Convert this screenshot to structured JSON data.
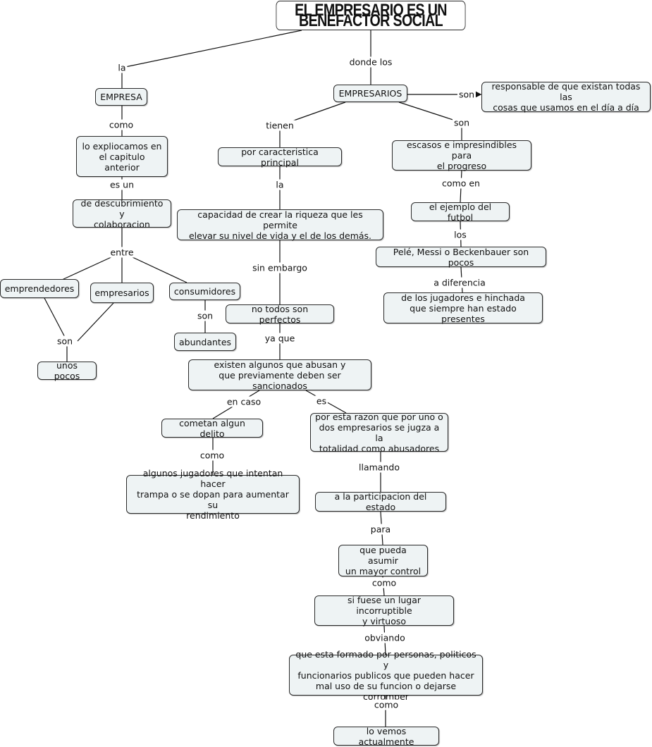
{
  "title": "EL EMPRESARIO ES UN BENEFACTOR SOCIAL",
  "nodes": {
    "empresa": "EMPRESA",
    "lo_explicamos": "lo expliocamos en\nel capitulo anterior",
    "descubrimiento": "de descubrimiento y\ncolaboracion",
    "emprendedores": "emprendedores",
    "empresarios_small": "empresarios",
    "consumidores": "consumidores",
    "abundantes": "abundantes",
    "unos_pocos": "unos pocos",
    "empresarios": "EMPRESARIOS",
    "responsable": "responsable de que existan todas las\ncosas que usamos en el día a día",
    "escasos": "escasos e impresindibles para\nel progreso",
    "futbol": "el ejemplo del futbol",
    "pele": "Pelé, Messi o Beckenbauer son pocos",
    "jugadores_hinchada": "de los jugadores e hinchada\nque siempre han estado presentes",
    "caracteristica": "por caracteristica principal",
    "capacidad": "capacidad de crear la riqueza que les permite\nelevar su nivel de vida y el de los demás.",
    "no_perfectos": "no todos son perfectos",
    "abusan": "existen algunos que abusan y\nque previamente deben ser sancionados",
    "delito": "cometan algun delito",
    "trampa": "algunos jugadores que intentan hacer\ntrampa o se dopan para aumentar su\nrendimiento",
    "razon": "por esta razon que por uno o\ndos empresarios se jugza a la\ntotalidad como abusadores",
    "participacion": "a la participacion del estado",
    "control": "que pueda asumir\nun mayor control",
    "incorruptible": "si fuese un lugar incorruptible\ny virtuoso",
    "formado": "que esta formado por personas, politicos y\nfuncionarios publicos que pueden hacer\nmal uso de su funcion o dejarse corromper",
    "actualmente": "lo vemos actualmente"
  },
  "links": {
    "la_1": "la",
    "donde_los": "donde los",
    "como_1": "como",
    "es_un": "es un",
    "entre": "entre",
    "son_1": "son",
    "son_2": "son",
    "son_3": "son",
    "son_4": "son",
    "tienen": "tienen",
    "la_2": "la",
    "sin_embargo": "sin embargo",
    "ya_que": "ya que",
    "en_caso": "en caso",
    "es": "es",
    "como_2": "como",
    "llamando": "llamando",
    "para": "para",
    "como_3": "como",
    "obviando": "obviando",
    "como_4": "como",
    "como_en": "como en",
    "los": "los",
    "a_diferencia": "a diferencia"
  },
  "colors": {
    "node_fill": "#eef3f4",
    "border": "#2a2a2a",
    "line": "#111111"
  }
}
